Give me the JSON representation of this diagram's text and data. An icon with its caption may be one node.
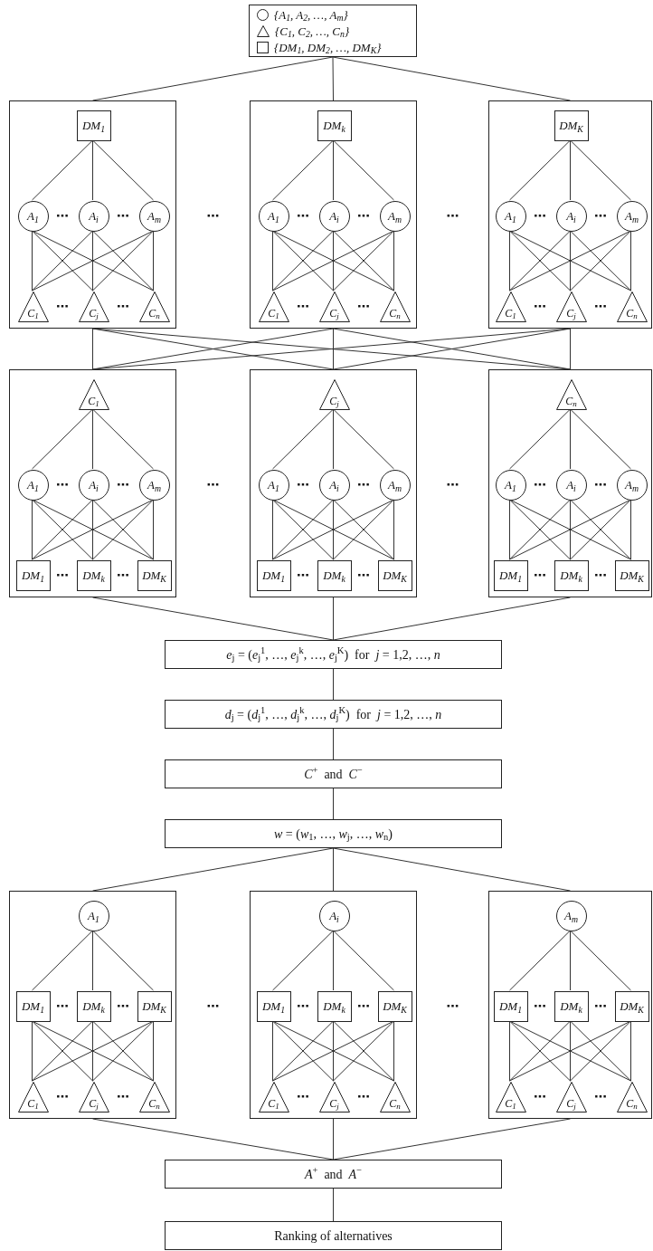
{
  "diagram": {
    "nodes": [
      {
        "text": [
          "{A$_{1}$, A$_{2}$, …, A$_{m}$}",
          "{C$_{1}$, C$_{2}$, …, C$_{n}$}",
          "{DM$_{1}$, DM$_{2}$, …, DM$_{K}$}"
        ]
      },
      {
        "text": [],
        "shape": "box"
      },
      {
        "text": [
          "DM$_{1}$"
        ],
        "in": 1
      },
      {
        "text": [
          "A$_{1}$"
        ],
        "in": 1
      },
      {
        "text": [
          "A$_{i}$"
        ],
        "in": 1
      },
      {
        "text": [
          "A$_{m}$"
        ],
        "in": 1
      },
      {
        "text": [
          "C$_{1}$"
        ],
        "in": 1
      },
      {
        "text": [
          "C$_{j}$"
        ],
        "in": 1
      },
      {
        "text": [
          "C$_{n}$"
        ],
        "in": 1
      },
      {
        "text": [],
        "shape": "box"
      },
      {
        "text": [
          "DM$_{k}$"
        ],
        "in": 9
      },
      {
        "text": [
          "A$_{1}$"
        ],
        "in": 9
      },
      {
        "text": [
          "A$_{i}$"
        ],
        "in": 9
      },
      {
        "text": [
          "A$_{m}$"
        ],
        "in": 9
      },
      {
        "text": [
          "C$_{1}$"
        ],
        "in": 9
      },
      {
        "text": [
          "C$_{j}$"
        ],
        "in": 9
      },
      {
        "text": [
          "C$_{n}$"
        ],
        "in": 9
      },
      {
        "text": [],
        "shape": "box"
      },
      {
        "text": [
          "DM$_{K}$"
        ],
        "in": 17
      },
      {
        "text": [
          "A$_{1}$"
        ],
        "in": 17
      },
      {
        "text": [
          "A$_{i}$"
        ],
        "in": 17
      },
      {
        "text": [
          "A$_{m}$"
        ],
        "in": 17
      },
      {
        "text": [
          "C$_{1}$"
        ],
        "in": 17
      },
      {
        "text": [
          "C$_{j}$"
        ],
        "in": 17
      },
      {
        "text": [
          "C$_{n}$"
        ],
        "in": 17
      },
      {
        "text": [],
        "shape": "box"
      },
      {
        "text": [
          "C$_{1}$"
        ],
        "in": 25
      },
      {
        "text": [
          "A$_{1}$"
        ],
        "in": 25
      },
      {
        "text": [
          "A$_{i}$"
        ],
        "in": 25
      },
      {
        "text": [
          "A$_{m}$"
        ],
        "in": 25
      },
      {
        "text": [
          "DM$_{1}$"
        ],
        "in": 25
      },
      {
        "text": [
          "DM$_{k}$"
        ],
        "in": 25
      },
      {
        "text": [
          "DM$_{K}$"
        ],
        "in": 25
      },
      {
        "text": [],
        "shape": "box"
      },
      {
        "text": [
          "C$_{j}$"
        ],
        "in": 33
      },
      {
        "text": [
          "A$_{1}$"
        ],
        "in": 33
      },
      {
        "text": [
          "A$_{i}$"
        ],
        "in": 33
      },
      {
        "text": [
          "A$_{m}$"
        ],
        "in": 33
      },
      {
        "text": [
          "DM$_{1}$"
        ],
        "in": 33
      },
      {
        "text": [
          "DM$_{k}$"
        ],
        "in": 33
      },
      {
        "text": [
          "DM$_{K}$"
        ],
        "in": 33
      },
      {
        "text": [],
        "shape": "box"
      },
      {
        "text": [
          "C$_{n}$"
        ],
        "in": 41
      },
      {
        "text": [
          "A$_{1}$"
        ],
        "in": 41
      },
      {
        "text": [
          "A$_{i}$"
        ],
        "in": 41
      },
      {
        "text": [
          "A$_{m}$"
        ],
        "in": 41
      },
      {
        "text": [
          "DM$_{1}$"
        ],
        "in": 41
      },
      {
        "text": [
          "DM$_{k}$"
        ],
        "in": 41
      },
      {
        "text": [
          "DM$_{K}$"
        ],
        "in": 41
      },
      {
        "text": [
          "*e*$_{j}$ = (*e*$_{j}$$^{1}$, …, *e*$_{j}$$^{k}$, …, *e*$_{j}$$^{K}$)  for  *j* = 1,2, …, *n*"
        ]
      },
      {
        "text": [
          "*d*$_{j}$ = (*d*$_{j}$$^{1}$, …, *d*$_{j}$$^{k}$, …, *d*$_{j}$$^{K}$)  for  *j* = 1,2, …, *n*"
        ]
      },
      {
        "text": [
          "*C*$^{+}$  and  *C*$^{−}$"
        ]
      },
      {
        "text": [
          "*w* = (*w*$_{1}$, …, *w*$_{j}$, …, *w*$_{n}$)"
        ]
      },
      {
        "text": [],
        "shape": "box"
      },
      {
        "text": [
          "A$_{1}$"
        ],
        "in": 53
      },
      {
        "text": [
          "DM$_{1}$"
        ],
        "in": 53
      },
      {
        "text": [
          "DM$_{k}$"
        ],
        "in": 53
      },
      {
        "text": [
          "DM$_{K}$"
        ],
        "in": 53
      },
      {
        "text": [
          "C$_{1}$"
        ],
        "in": 53
      },
      {
        "text": [
          "C$_{j}$"
        ],
        "in": 53
      },
      {
        "text": [
          "C$_{n}$"
        ],
        "in": 53
      },
      {
        "text": [],
        "shape": "box"
      },
      {
        "text": [
          "A$_{i}$"
        ],
        "in": 61
      },
      {
        "text": [
          "DM$_{1}$"
        ],
        "in": 61
      },
      {
        "text": [
          "DM$_{k}$"
        ],
        "in": 61
      },
      {
        "text": [
          "DM$_{K}$"
        ],
        "in": 61
      },
      {
        "text": [
          "C$_{1}$"
        ],
        "in": 61
      },
      {
        "text": [
          "C$_{j}$"
        ],
        "in": 61
      },
      {
        "text": [
          "C$_{n}$"
        ],
        "in": 61
      },
      {
        "text": [],
        "shape": "box"
      },
      {
        "text": [
          "A$_{m}$"
        ],
        "in": 69
      },
      {
        "text": [
          "DM$_{1}$"
        ],
        "in": 69
      },
      {
        "text": [
          "DM$_{k}$"
        ],
        "in": 69
      },
      {
        "text": [
          "DM$_{K}$"
        ],
        "in": 69
      },
      {
        "text": [
          "C$_{1}$"
        ],
        "in": 69
      },
      {
        "text": [
          "C$_{j}$"
        ],
        "in": 69
      },
      {
        "text": [
          "C$_{n}$"
        ],
        "in": 69
      },
      {
        "text": [
          "*A*$^{+}$  and  *A*$^{−}$"
        ]
      },
      {
        "text": [
          "Ranking of alternatives"
        ]
      }
    ],
    "edges": [
      {
        "from": 0,
        "to": 1,
        "arrow": "none"
      },
      {
        "from": 0,
        "to": 9,
        "arrow": "none"
      },
      {
        "from": 0,
        "to": 17,
        "arrow": "none"
      },
      {
        "from": 2,
        "to": 3,
        "arrow": "none"
      },
      {
        "from": 2,
        "to": 4,
        "arrow": "none"
      },
      {
        "from": 2,
        "to": 5,
        "arrow": "none"
      },
      {
        "from": 3,
        "to": 6,
        "arrow": "none"
      },
      {
        "from": 3,
        "to": 7,
        "arrow": "none"
      },
      {
        "from": 3,
        "to": 8,
        "arrow": "none"
      },
      {
        "from": 4,
        "to": 6,
        "arrow": "none"
      },
      {
        "from": 4,
        "to": 7,
        "arrow": "none"
      },
      {
        "from": 4,
        "to": 8,
        "arrow": "none"
      },
      {
        "from": 5,
        "to": 6,
        "arrow": "none"
      },
      {
        "from": 5,
        "to": 7,
        "arrow": "none"
      },
      {
        "from": 5,
        "to": 8,
        "arrow": "none"
      },
      {
        "from": 10,
        "to": 11,
        "arrow": "none"
      },
      {
        "from": 10,
        "to": 12,
        "arrow": "none"
      },
      {
        "from": 10,
        "to": 13,
        "arrow": "none"
      },
      {
        "from": 11,
        "to": 14,
        "arrow": "none"
      },
      {
        "from": 11,
        "to": 15,
        "arrow": "none"
      },
      {
        "from": 11,
        "to": 16,
        "arrow": "none"
      },
      {
        "from": 12,
        "to": 14,
        "arrow": "none"
      },
      {
        "from": 12,
        "to": 15,
        "arrow": "none"
      },
      {
        "from": 12,
        "to": 16,
        "arrow": "none"
      },
      {
        "from": 13,
        "to": 14,
        "arrow": "none"
      },
      {
        "from": 13,
        "to": 15,
        "arrow": "none"
      },
      {
        "from": 13,
        "to": 16,
        "arrow": "none"
      },
      {
        "from": 18,
        "to": 19,
        "arrow": "none"
      },
      {
        "from": 18,
        "to": 20,
        "arrow": "none"
      },
      {
        "from": 18,
        "to": 21,
        "arrow": "none"
      },
      {
        "from": 19,
        "to": 22,
        "arrow": "none"
      },
      {
        "from": 19,
        "to": 23,
        "arrow": "none"
      },
      {
        "from": 19,
        "to": 24,
        "arrow": "none"
      },
      {
        "from": 20,
        "to": 22,
        "arrow": "none"
      },
      {
        "from": 20,
        "to": 23,
        "arrow": "none"
      },
      {
        "from": 20,
        "to": 24,
        "arrow": "none"
      },
      {
        "from": 21,
        "to": 22,
        "arrow": "none"
      },
      {
        "from": 21,
        "to": 23,
        "arrow": "none"
      },
      {
        "from": 21,
        "to": 24,
        "arrow": "none"
      },
      {
        "from": 1,
        "to": 25,
        "arrow": "none"
      },
      {
        "from": 1,
        "to": 33,
        "arrow": "none"
      },
      {
        "from": 1,
        "to": 41,
        "arrow": "none"
      },
      {
        "from": 9,
        "to": 25,
        "arrow": "none"
      },
      {
        "from": 9,
        "to": 33,
        "arrow": "none"
      },
      {
        "from": 9,
        "to": 41,
        "arrow": "none"
      },
      {
        "from": 17,
        "to": 25,
        "arrow": "none"
      },
      {
        "from": 17,
        "to": 33,
        "arrow": "none"
      },
      {
        "from": 17,
        "to": 41,
        "arrow": "none"
      },
      {
        "from": 26,
        "to": 27,
        "arrow": "none"
      },
      {
        "from": 26,
        "to": 28,
        "arrow": "none"
      },
      {
        "from": 26,
        "to": 29,
        "arrow": "none"
      },
      {
        "from": 27,
        "to": 30,
        "arrow": "none"
      },
      {
        "from": 27,
        "to": 31,
        "arrow": "none"
      },
      {
        "from": 27,
        "to": 32,
        "arrow": "none"
      },
      {
        "from": 28,
        "to": 30,
        "arrow": "none"
      },
      {
        "from": 28,
        "to": 31,
        "arrow": "none"
      },
      {
        "from": 28,
        "to": 32,
        "arrow": "none"
      },
      {
        "from": 29,
        "to": 30,
        "arrow": "none"
      },
      {
        "from": 29,
        "to": 31,
        "arrow": "none"
      },
      {
        "from": 29,
        "to": 32,
        "arrow": "none"
      },
      {
        "from": 34,
        "to": 35,
        "arrow": "none"
      },
      {
        "from": 34,
        "to": 36,
        "arrow": "none"
      },
      {
        "from": 34,
        "to": 37,
        "arrow": "none"
      },
      {
        "from": 35,
        "to": 38,
        "arrow": "none"
      },
      {
        "from": 35,
        "to": 39,
        "arrow": "none"
      },
      {
        "from": 35,
        "to": 40,
        "arrow": "none"
      },
      {
        "from": 36,
        "to": 38,
        "arrow": "none"
      },
      {
        "from": 36,
        "to": 39,
        "arrow": "none"
      },
      {
        "from": 36,
        "to": 40,
        "arrow": "none"
      },
      {
        "from": 37,
        "to": 38,
        "arrow": "none"
      },
      {
        "from": 37,
        "to": 39,
        "arrow": "none"
      },
      {
        "from": 37,
        "to": 40,
        "arrow": "none"
      },
      {
        "from": 42,
        "to": 43,
        "arrow": "none"
      },
      {
        "from": 42,
        "to": 44,
        "arrow": "none"
      },
      {
        "from": 42,
        "to": 45,
        "arrow": "none"
      },
      {
        "from": 43,
        "to": 46,
        "arrow": "none"
      },
      {
        "from": 43,
        "to": 47,
        "arrow": "none"
      },
      {
        "from": 43,
        "to": 48,
        "arrow": "none"
      },
      {
        "from": 44,
        "to": 46,
        "arrow": "none"
      },
      {
        "from": 44,
        "to": 47,
        "arrow": "none"
      },
      {
        "from": 44,
        "to": 48,
        "arrow": "none"
      },
      {
        "from": 45,
        "to": 46,
        "arrow": "none"
      },
      {
        "from": 45,
        "to": 47,
        "arrow": "none"
      },
      {
        "from": 45,
        "to": 48,
        "arrow": "none"
      },
      {
        "from": 25,
        "to": 49,
        "arrow": "none"
      },
      {
        "from": 33,
        "to": 49,
        "arrow": "none"
      },
      {
        "from": 41,
        "to": 49,
        "arrow": "none"
      },
      {
        "from": 49,
        "to": 50,
        "arrow": "none"
      },
      {
        "from": 50,
        "to": 51,
        "arrow": "none"
      },
      {
        "from": 51,
        "to": 52,
        "arrow": "none"
      },
      {
        "from": 52,
        "to": 53,
        "arrow": "none"
      },
      {
        "from": 52,
        "to": 61,
        "arrow": "none"
      },
      {
        "from": 52,
        "to": 69,
        "arrow": "none"
      },
      {
        "from": 54,
        "to": 55,
        "arrow": "none"
      },
      {
        "from": 54,
        "to": 56,
        "arrow": "none"
      },
      {
        "from": 54,
        "to": 57,
        "arrow": "none"
      },
      {
        "from": 55,
        "to": 58,
        "arrow": "none"
      },
      {
        "from": 55,
        "to": 59,
        "arrow": "none"
      },
      {
        "from": 55,
        "to": 60,
        "arrow": "none"
      },
      {
        "from": 56,
        "to": 58,
        "arrow": "none"
      },
      {
        "from": 56,
        "to": 59,
        "arrow": "none"
      },
      {
        "from": 56,
        "to": 60,
        "arrow": "none"
      },
      {
        "from": 57,
        "to": 58,
        "arrow": "none"
      },
      {
        "from": 57,
        "to": 59,
        "arrow": "none"
      },
      {
        "from": 57,
        "to": 60,
        "arrow": "none"
      },
      {
        "from": 62,
        "to": 63,
        "arrow": "none"
      },
      {
        "from": 62,
        "to": 64,
        "arrow": "none"
      },
      {
        "from": 62,
        "to": 65,
        "arrow": "none"
      },
      {
        "from": 63,
        "to": 66,
        "arrow": "none"
      },
      {
        "from": 63,
        "to": 67,
        "arrow": "none"
      },
      {
        "from": 63,
        "to": 68,
        "arrow": "none"
      },
      {
        "from": 64,
        "to": 66,
        "arrow": "none"
      },
      {
        "from": 64,
        "to": 67,
        "arrow": "none"
      },
      {
        "from": 64,
        "to": 68,
        "arrow": "none"
      },
      {
        "from": 65,
        "to": 66,
        "arrow": "none"
      },
      {
        "from": 65,
        "to": 67,
        "arrow": "none"
      },
      {
        "from": 65,
        "to": 68,
        "arrow": "none"
      },
      {
        "from": 70,
        "to": 71,
        "arrow": "none"
      },
      {
        "from": 70,
        "to": 72,
        "arrow": "none"
      },
      {
        "from": 70,
        "to": 73,
        "arrow": "none"
      },
      {
        "from": 71,
        "to": 74,
        "arrow": "none"
      },
      {
        "from": 71,
        "to": 75,
        "arrow": "none"
      },
      {
        "from": 71,
        "to": 76,
        "arrow": "none"
      },
      {
        "from": 72,
        "to": 74,
        "arrow": "none"
      },
      {
        "from": 72,
        "to": 75,
        "arrow": "none"
      },
      {
        "from": 72,
        "to": 76,
        "arrow": "none"
      },
      {
        "from": 73,
        "to": 74,
        "arrow": "none"
      },
      {
        "from": 73,
        "to": 75,
        "arrow": "none"
      },
      {
        "from": 73,
        "to": 76,
        "arrow": "none"
      },
      {
        "from": 53,
        "to": 77,
        "arrow": "none"
      },
      {
        "from": 61,
        "to": 77,
        "arrow": "none"
      },
      {
        "from": 69,
        "to": 77,
        "arrow": "none"
      },
      {
        "from": 77,
        "to": 78,
        "arrow": "none"
      }
    ],
    "labels": [
      "⋯",
      "⋯",
      "⋯",
      "⋯",
      "⋯",
      "⋯",
      "⋯",
      "⋯",
      "⋯",
      "⋯",
      "⋯",
      "⋯",
      "⋯",
      "⋯",
      "⋯",
      "⋯",
      "⋯",
      "⋯",
      "⋯",
      "⋯",
      "⋯",
      "⋯",
      "⋯",
      "⋯",
      "⋯",
      "⋯",
      "⋯",
      "⋯",
      "⋯",
      "⋯",
      "⋯",
      "⋯",
      "⋯",
      "⋯",
      "⋯",
      "⋯",
      "⋯",
      "⋯",
      "⋯",
      "⋯",
      "⋯",
      "⋯"
    ]
  }
}
